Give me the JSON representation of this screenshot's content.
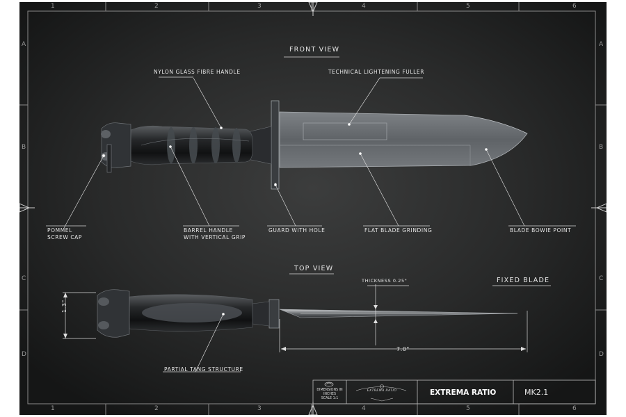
{
  "views": {
    "front": "FRONT VIEW",
    "top": "TOP VIEW",
    "fixed": "FIXED BLADE"
  },
  "labels": {
    "nylon_handle": "NYLON GLASS FIBRE HANDLE",
    "fuller": "TECHNICAL LIGHTENING FULLER",
    "pommel_1": "POMMEL",
    "pommel_2": "SCREW CAP",
    "barrel_1": "BARREL HANDLE",
    "barrel_2": "WITH VERTICAL GRIP",
    "guard": "GUARD WITH HOLE",
    "flat_blade": "FLAT BLADE GRINDING",
    "bowie": "BLADE BOWIE POINT",
    "tang": "PARTIAL TANG STRUCTURE"
  },
  "dimensions": {
    "thickness": "THICKNESS 0.25\"",
    "length": "7.0\"",
    "height": "1.3\""
  },
  "grid": {
    "columns": [
      "1",
      "2",
      "3",
      "4",
      "5",
      "6"
    ],
    "rows": [
      "A",
      "B",
      "C",
      "D"
    ]
  },
  "title_block": {
    "dim_1": "DIMENSIONS IN",
    "dim_2": "INCHES",
    "dim_3": "SCALE 1:1",
    "small_logo": "EXTREMA RATIO",
    "brand": "EXTREMA RATIO",
    "model": "MK2.1"
  },
  "colors": {
    "background": "#1c1d1d",
    "lines": "#d8d8d8",
    "blade": "#6f7378"
  }
}
